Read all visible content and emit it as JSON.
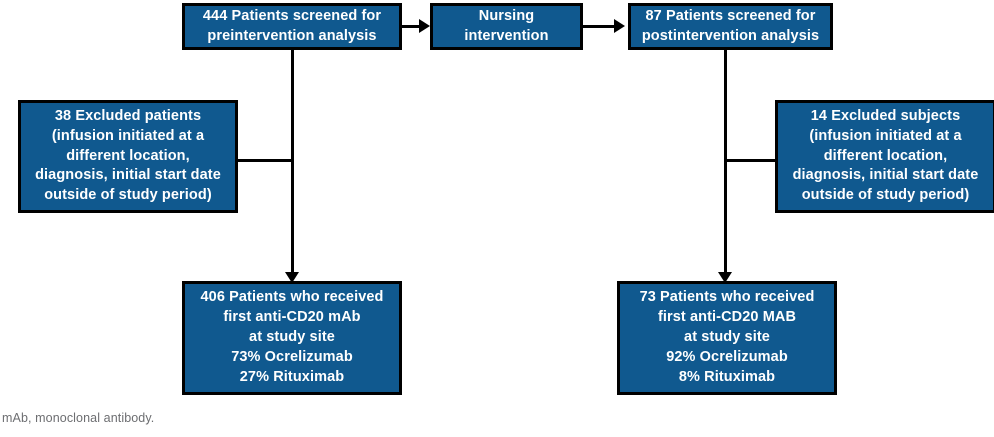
{
  "figure": {
    "type": "flow-diagram",
    "colors": {
      "box_fill": "#10598F",
      "box_border": "#000000",
      "box_text": "#FFFFFF",
      "connector": "#000000",
      "footnote_text": "#6D6E71",
      "background": "#FFFFFF"
    },
    "footnote": "mAb, monoclonal antibody."
  },
  "nodes": {
    "screened_pre": {
      "name": "screened-preintervention",
      "lines": [
        "444 Patients screened for",
        "preintervention analysis"
      ],
      "count": 444
    },
    "nursing": {
      "name": "nursing-intervention",
      "lines": [
        "Nursing",
        "intervention"
      ]
    },
    "screened_post": {
      "name": "screened-postintervention",
      "lines": [
        "87 Patients screened for",
        "postintervention analysis"
      ],
      "count": 87
    },
    "excluded_left": {
      "name": "excluded-preintervention",
      "lines": [
        "38 Excluded patients",
        "(infusion initiated at a",
        "different location,",
        "diagnosis, initial start date",
        "outside of study period)"
      ],
      "count": 38
    },
    "excluded_right": {
      "name": "excluded-postintervention",
      "lines": [
        "14 Excluded subjects",
        "(infusion initiated at a",
        "different location,",
        "diagnosis, initial start date",
        "outside of study period)"
      ],
      "count": 14
    },
    "received_left": {
      "name": "received-preintervention",
      "lines": [
        "406 Patients who received",
        "first anti-CD20 mAb",
        "at study site",
        "73% Ocrelizumab",
        "27% Rituximab"
      ],
      "count": 406,
      "ocrelizumab_pct": "73%",
      "rituximab_pct": "27%"
    },
    "received_right": {
      "name": "received-postintervention",
      "lines": [
        "73 Patients who received",
        "first anti-CD20 MAB",
        "at study site",
        "92% Ocrelizumab",
        "8% Rituximab"
      ],
      "count": 73,
      "ocrelizumab_pct": "92%",
      "rituximab_pct": "8%"
    }
  }
}
